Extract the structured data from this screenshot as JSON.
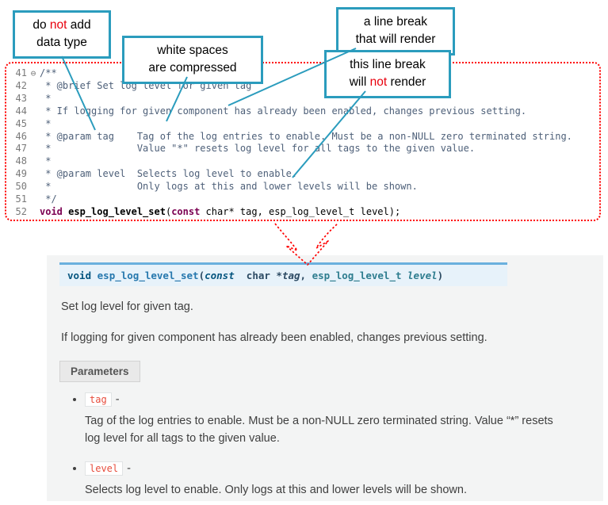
{
  "colors": {
    "callout_border": "#2b9cbd",
    "annotation_red": "#e8000d",
    "code_border": "#ff0000",
    "comment_text": "#4e6079",
    "keyword_purple": "#7b0052",
    "signature_bg": "#e7f2fa",
    "signature_border": "#6ab0de",
    "literal_red": "#e74c3c"
  },
  "callouts": {
    "datatype": {
      "l1a": "do ",
      "l1b": "not",
      "l1c": " add",
      "l2": "data type"
    },
    "whitespace": {
      "l1": "white spaces",
      "l2": "are  compressed"
    },
    "br_render": {
      "l1": "a line break",
      "l2": "that will render"
    },
    "br_norender": {
      "l1": "this line break",
      "l2a": "will ",
      "l2b": "not",
      "l2c": " render"
    }
  },
  "code": {
    "lines": [
      {
        "num": "41",
        "fold": "⊖",
        "segments": [
          {
            "t": "/**",
            "c": "c"
          }
        ]
      },
      {
        "num": "42",
        "fold": "",
        "segments": [
          {
            "t": " * @brief Set log level for given tag",
            "c": "c"
          }
        ]
      },
      {
        "num": "43",
        "fold": "",
        "segments": [
          {
            "t": " *",
            "c": "c"
          }
        ]
      },
      {
        "num": "44",
        "fold": "",
        "segments": [
          {
            "t": " * If logging for given component has already been enabled, changes previous setting.",
            "c": "c"
          }
        ]
      },
      {
        "num": "45",
        "fold": "",
        "segments": [
          {
            "t": " *",
            "c": "c"
          }
        ]
      },
      {
        "num": "46",
        "fold": "",
        "segments": [
          {
            "t": " * @param tag    Tag of the log entries to enable. Must be a non-NULL zero terminated string.",
            "c": "c"
          }
        ]
      },
      {
        "num": "47",
        "fold": "",
        "segments": [
          {
            "t": " *               Value \"*\" resets log level for all tags to the given value.",
            "c": "c"
          }
        ]
      },
      {
        "num": "48",
        "fold": "",
        "segments": [
          {
            "t": " *",
            "c": "c"
          }
        ]
      },
      {
        "num": "49",
        "fold": "",
        "segments": [
          {
            "t": " * @param level  Selects log level to enable.",
            "c": "c"
          }
        ]
      },
      {
        "num": "50",
        "fold": "",
        "segments": [
          {
            "t": " *               Only logs at this and lower levels will be shown.",
            "c": "c"
          }
        ]
      },
      {
        "num": "51",
        "fold": "",
        "segments": [
          {
            "t": " */",
            "c": "c"
          }
        ]
      },
      {
        "num": "52",
        "fold": "",
        "segments": [
          {
            "t": "void",
            "c": "kw"
          },
          {
            "t": " ",
            "c": "plain"
          },
          {
            "t": "esp_log_level_set",
            "c": "fn"
          },
          {
            "t": "(",
            "c": "plain"
          },
          {
            "t": "const",
            "c": "kw"
          },
          {
            "t": " char* tag, esp_log_level_t level);",
            "c": "plain"
          }
        ]
      }
    ]
  },
  "doc": {
    "signature": {
      "segments": [
        {
          "t": "void ",
          "c": "s-kw"
        },
        {
          "t": "esp_log_level_set",
          "c": "s-name"
        },
        {
          "t": "(",
          "c": "s-plain"
        },
        {
          "t": "const",
          "c": "s-const"
        },
        {
          "t": "  char *",
          "c": "s-plain"
        },
        {
          "t": "tag",
          "c": "s-param"
        },
        {
          "t": ", ",
          "c": "s-plain"
        },
        {
          "t": "esp_log_level_t",
          "c": "s-type"
        },
        {
          "t": " ",
          "c": "s-plain"
        },
        {
          "t": "level",
          "c": "s-param-t"
        },
        {
          "t": ")",
          "c": "s-plain"
        }
      ]
    },
    "p1": "Set log level for given tag.",
    "p2": "If logging for given component has already been enabled, changes previous setting.",
    "params_label": "Parameters",
    "params": [
      {
        "name": "tag",
        "dash": "-",
        "desc": "Tag of the log entries to enable. Must be a non-NULL zero terminated string. Value “*” resets log level for all tags to the given value."
      },
      {
        "name": "level",
        "dash": "-",
        "desc": "Selects log level to enable. Only logs at this and lower levels will be shown."
      }
    ]
  }
}
